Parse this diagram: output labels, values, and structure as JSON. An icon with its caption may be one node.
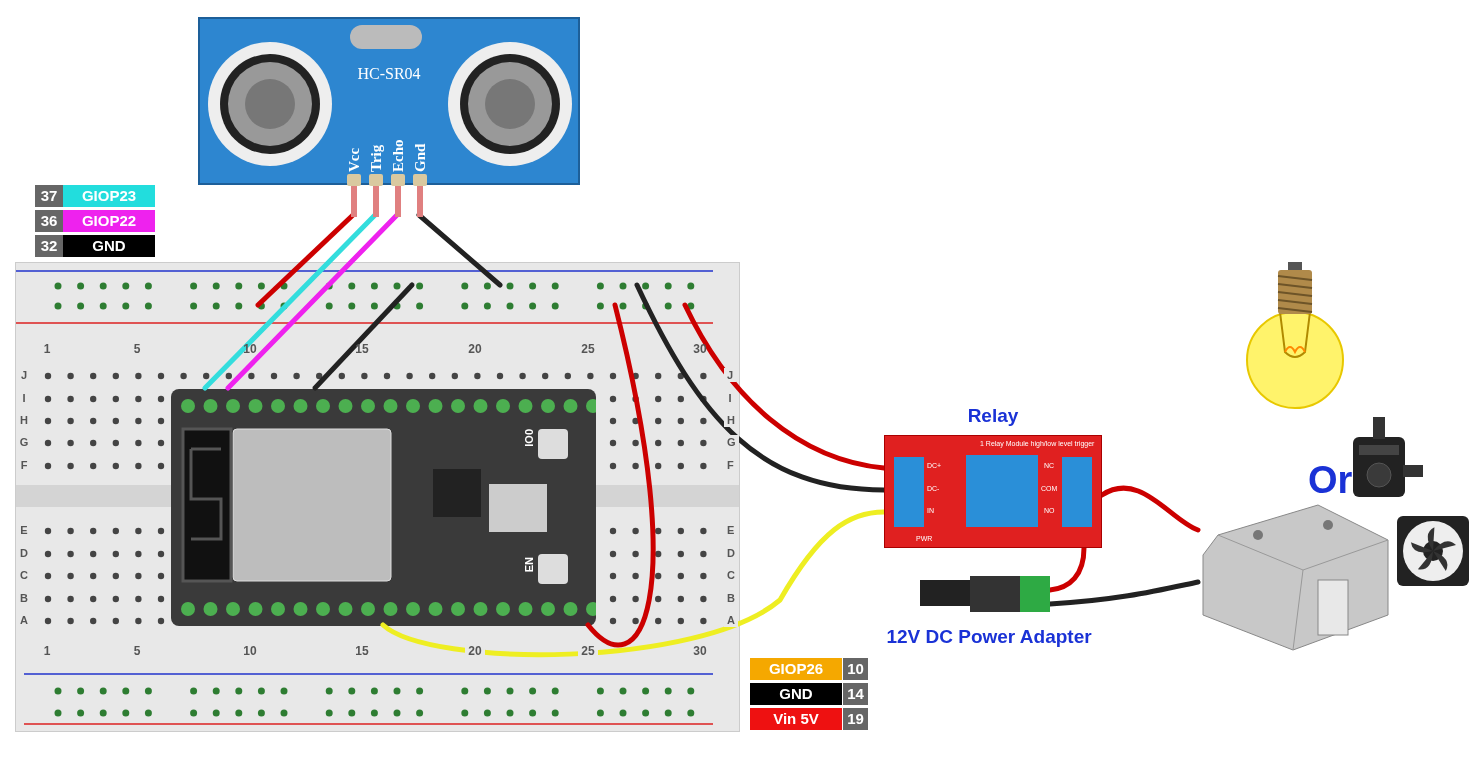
{
  "diagram": {
    "nodes": [
      {
        "text": [
          "HC-SR04"
        ]
      },
      {
        "text": [
          "Vcc"
        ],
        "in": 0
      },
      {
        "text": [
          "Trig"
        ],
        "in": 0
      },
      {
        "text": [
          "Echo"
        ],
        "in": 0
      },
      {
        "text": [
          "Gnd"
        ],
        "in": 0
      },
      {
        "text": [],
        "shape": "picture"
      },
      {
        "text": [
          "IO0",
          "EN"
        ],
        "in": 5
      },
      {
        "text": [
          "Relay"
        ]
      },
      {
        "text": [
          "12V DC Power Adapter"
        ]
      },
      {
        "text": [],
        "shape": "picture"
      },
      {
        "text": [],
        "shape": "picture"
      },
      {
        "text": [],
        "shape": "picture"
      },
      {
        "text": [],
        "shape": "picture"
      }
    ],
    "edges": [
      {
        "from": 1,
        "to": 5,
        "arrow": "none",
        "color": "#cc0000"
      },
      {
        "from": 2,
        "to": 6,
        "arrow": "none",
        "color": "#33dddd"
      },
      {
        "from": 3,
        "to": 6,
        "arrow": "none",
        "color": "#ee22ee"
      },
      {
        "from": 4,
        "to": 5,
        "arrow": "none",
        "color": "#222222"
      },
      {
        "from": 6,
        "to": 5,
        "arrow": "none",
        "color": "#222222"
      },
      {
        "from": 6,
        "to": 5,
        "arrow": "none",
        "color": "#cc0000"
      },
      {
        "from": 5,
        "to": 7,
        "arrow": "none",
        "color": "#222222"
      },
      {
        "from": 5,
        "to": 7,
        "arrow": "none",
        "color": "#cc0000"
      },
      {
        "from": 6,
        "to": 7,
        "arrow": "none",
        "color": "#eeee22"
      },
      {
        "from": 7,
        "to": 8,
        "arrow": "none",
        "color": "#cc0000"
      },
      {
        "from": 8,
        "to": 9,
        "arrow": "none",
        "color": "#222222"
      },
      {
        "from": 7,
        "to": 9,
        "arrow": "none",
        "color": "#cc0000"
      }
    ],
    "labels": [
      "37",
      "GIOP23",
      "36",
      "GIOP22",
      "32",
      "GND",
      "1",
      "5",
      "10",
      "15",
      "20",
      "25",
      "30",
      "J",
      "I",
      "H",
      "G",
      "F",
      "E",
      "D",
      "C",
      "B",
      "A",
      "J",
      "I",
      "H",
      "G",
      "F",
      "E",
      "D",
      "C",
      "B",
      "A",
      "1",
      "5",
      "10",
      "15",
      "20",
      "25",
      "30",
      "GIOP26",
      "10",
      "GND",
      "14",
      "Vin 5V",
      "19",
      "Or",
      "1 Relay Module high/low level trigger",
      "DC+",
      "DC-",
      "IN",
      "NC",
      "COM",
      "NO",
      "PWR"
    ]
  }
}
